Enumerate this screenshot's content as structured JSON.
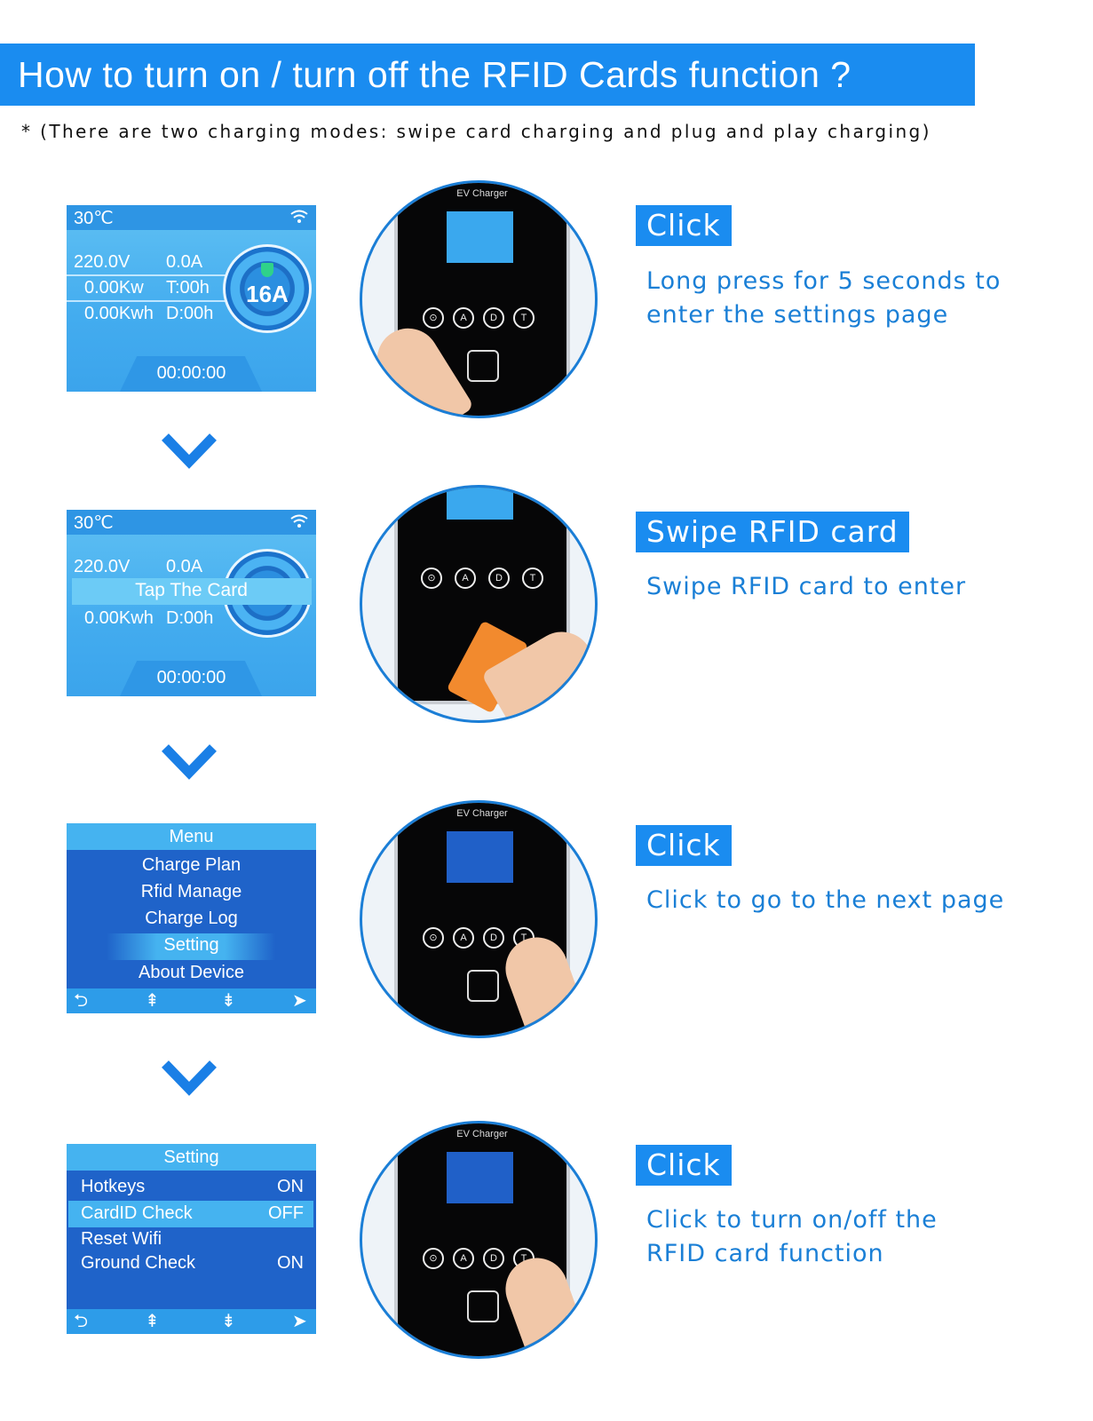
{
  "header": {
    "title": "How to turn on / turn off the RFID Cards function ?",
    "subtitle": "* (There are two charging modes: swipe card charging and plug and play charging)"
  },
  "colors": {
    "accent": "#1a8cf0",
    "text_blue": "#1a7fd6",
    "lcd_blue": "#43acef",
    "menu_blue": "#1f63c9"
  },
  "screen1": {
    "temp": "30℃",
    "voltage": "220.0V",
    "current": "0.0A",
    "power": "0.00Kw",
    "t_time": "T:00h",
    "energy": "0.00Kwh",
    "d_time": "D:00h",
    "amp": "16A",
    "timer": "00:00:00"
  },
  "screen2": {
    "temp": "30℃",
    "voltage": "220.0V",
    "current": "0.0A",
    "tap": "Tap The Card",
    "energy": "0.00Kwh",
    "d_time": "D:00h",
    "timer": "00:00:00"
  },
  "menu": {
    "title": "Menu",
    "items": [
      "Charge Plan",
      "Rfid Manage",
      "Charge Log",
      "Setting",
      "About Device"
    ],
    "selected": "Setting"
  },
  "setting": {
    "title": "Setting",
    "rows": [
      {
        "key": "Hotkeys",
        "value": "ON"
      },
      {
        "key": "CardID Check",
        "value": "OFF"
      },
      {
        "key": "Reset Wifi",
        "value": ""
      },
      {
        "key": "Ground Check",
        "value": "ON"
      }
    ]
  },
  "device": {
    "brand": "EV Charger",
    "buttons": [
      "⊙",
      "A",
      "D",
      "T"
    ]
  },
  "steps": [
    {
      "title": "Click",
      "desc": [
        "Long press for 5 seconds to",
        "enter the settings page"
      ]
    },
    {
      "title": "Swipe RFID card",
      "desc": [
        "Swipe RFID card to enter"
      ]
    },
    {
      "title": "Click",
      "desc": [
        "Click to go to the next page"
      ]
    },
    {
      "title": "Click",
      "desc": [
        "Click to turn on/off the",
        "RFID card function"
      ]
    }
  ]
}
